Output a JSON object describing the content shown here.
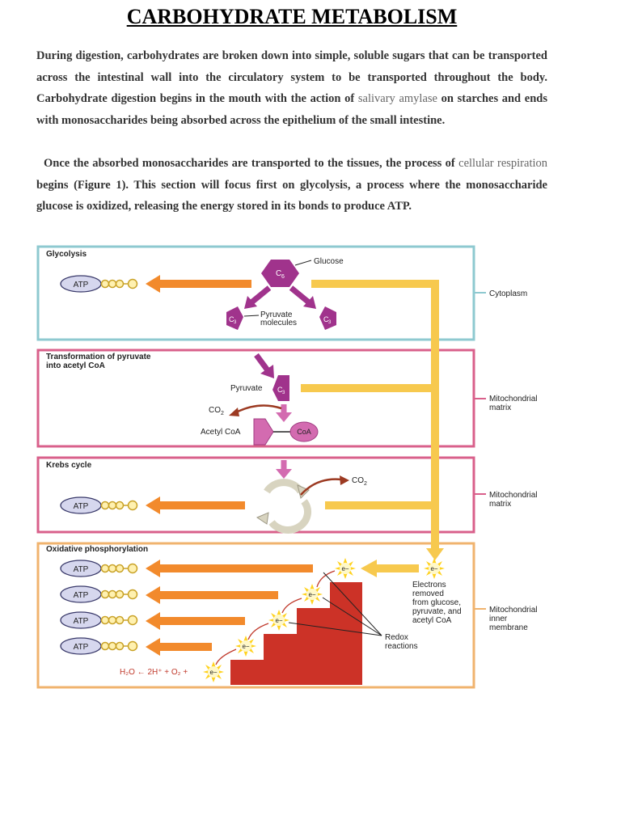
{
  "title": "CARBOHYDRATE METABOLISM",
  "paragraph1": {
    "before": "During digestion, carbohydrates are broken down into simple, soluble sugars that can be transported across the intestinal wall into the circulatory system to be transported throughout the body. Carbohydrate digestion begins in the mouth with the action of ",
    "term": "salivary amylase",
    "after": " on starches and ends with monosaccharides being absorbed across the epithelium of the small intestine."
  },
  "paragraph2": {
    "before": "Once the absorbed monosaccharides are transported to the tissues, the process of ",
    "term": "cellular respiration",
    "after": " begins (Figure 1). This section will focus first on glycolysis, a process where the monosaccharide glucose is oxidized, releasing the energy stored in its bonds to produce ATP."
  },
  "figure": {
    "colors": {
      "glycolysis_border": "#8ec9d0",
      "pyruvate_border": "#d9608b",
      "krebs_border": "#d9608b",
      "oxphos_border": "#f0b36e",
      "orange_arrow": "#f28a2c",
      "yellow_arrow": "#f7c94e",
      "purple": "#a0338c",
      "pink": "#d36bb0",
      "staircase": "#cc3227",
      "atp_fill": "#d6d7ee"
    },
    "glycolysis": {
      "heading": "Glycolysis",
      "glucose_label": "Glucose",
      "glucose_symbol": "C",
      "glucose_sub": "6",
      "pyruvate_label_1": "Pyruvate",
      "pyruvate_label_2": "molecules",
      "c3_symbol": "C",
      "c3_sub": "3",
      "location": "Cytoplasm"
    },
    "transformation": {
      "heading_1": "Transformation of pyruvate",
      "heading_2": "into acetyl CoA",
      "pyruvate_label": "Pyruvate",
      "co2_label": "CO",
      "co2_sub": "2",
      "acetyl_label": "Acetyl CoA",
      "coa_label": "CoA",
      "location_1": "Mitochondrial",
      "location_2": "matrix"
    },
    "krebs": {
      "heading": "Krebs cycle",
      "co2_label": "CO",
      "co2_sub": "2",
      "location_1": "Mitochondrial",
      "location_2": "matrix"
    },
    "oxphos": {
      "heading": "Oxidative phosphorylation",
      "electron_label": "e−",
      "electrons_text": [
        "Electrons",
        "removed",
        "from glucose,",
        "pyruvate, and",
        "acetyl CoA"
      ],
      "redox_text": [
        "Redox",
        "reactions"
      ],
      "equation": "H₂O ← 2H⁺ + O₂ +",
      "location_1": "Mitochondrial",
      "location_2": "inner",
      "location_3": "membrane"
    },
    "atp_label": "ATP"
  }
}
